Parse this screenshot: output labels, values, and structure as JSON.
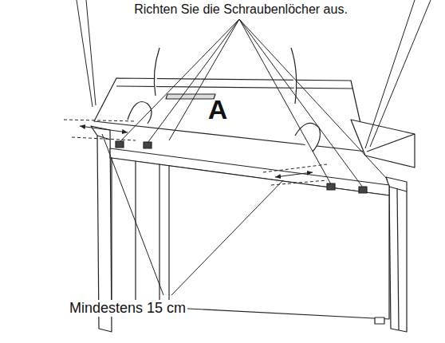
{
  "diagram": {
    "labels": [
      "Richten Sie die Schraubenlöcher aus.",
      "A",
      "Mindestens 15 cm"
    ]
  }
}
